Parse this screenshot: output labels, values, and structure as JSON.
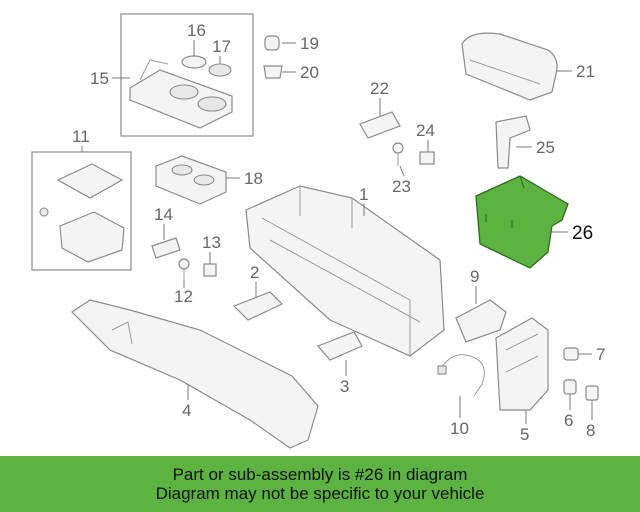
{
  "diagram": {
    "callouts": [
      "16",
      "17",
      "19",
      "15",
      "20",
      "21",
      "22",
      "11",
      "24",
      "25",
      "18",
      "23",
      "1",
      "26",
      "14",
      "13",
      "2",
      "12",
      "9",
      "7",
      "3",
      "4",
      "10",
      "6",
      "8",
      "5"
    ],
    "highlight_color": "#5db341",
    "highlight_stroke": "#2f6b1f"
  },
  "banner": {
    "line1": "Part or sub-assembly is #26 in diagram",
    "line2": "Diagram may not be specific to your vehicle",
    "background": "#5db341"
  }
}
